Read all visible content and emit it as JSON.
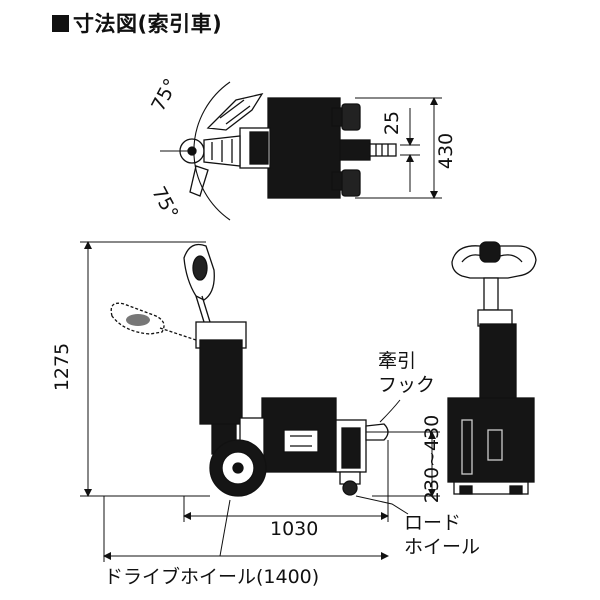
{
  "title": "寸法図(索引車)",
  "top_view": {
    "angle_upper": "75°",
    "angle_lower": "75°",
    "dim_hitch": "25",
    "dim_width": "430"
  },
  "side_view": {
    "dim_height": "1275",
    "dim_length": "1030",
    "dim_total": "ドライブホイール(1400)",
    "dim_hitch_height": "230~430",
    "label_hitch_line1": "牽引",
    "label_hitch_line2": "フック",
    "label_load_wheel_line1": "ロード",
    "label_load_wheel_line2": "ホイール"
  }
}
